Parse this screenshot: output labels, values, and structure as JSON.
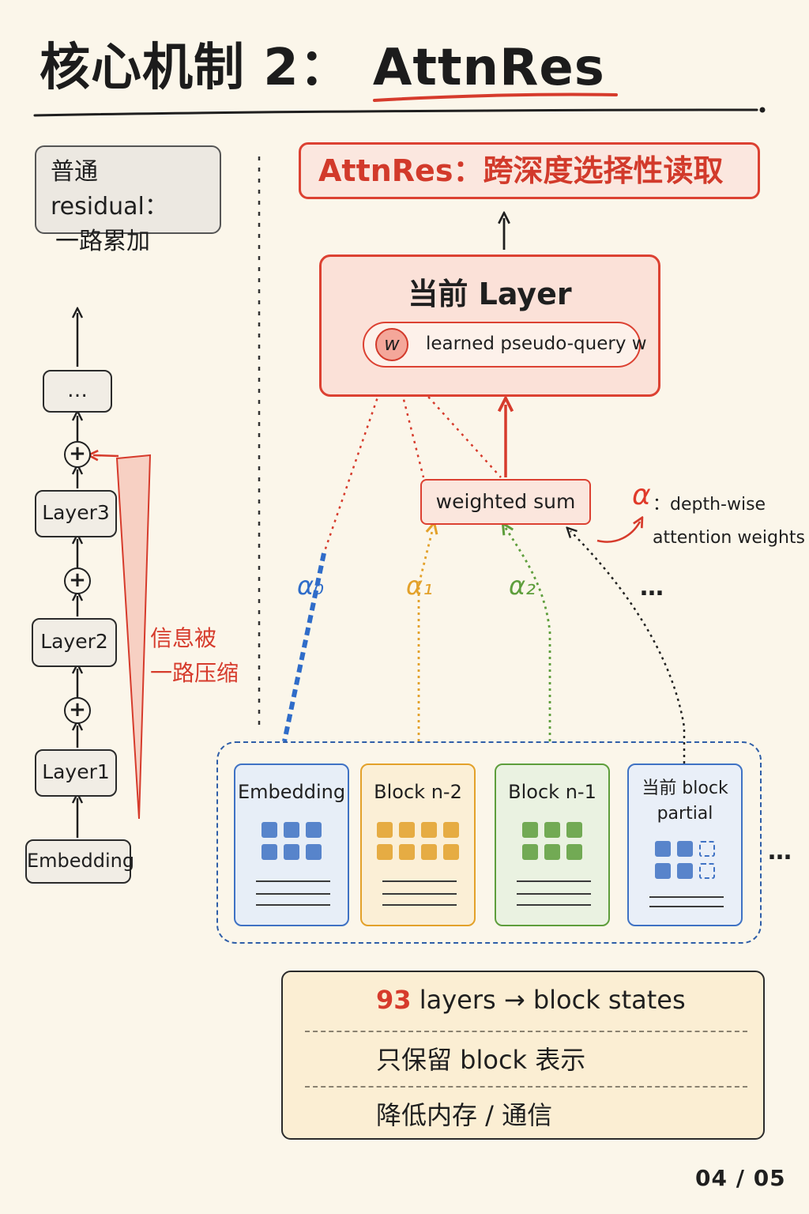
{
  "title": {
    "cn": "核心机制 2：",
    "latin": "AttnRes"
  },
  "left": {
    "note_line1": "普通 residual：",
    "note_line2": "一路累加",
    "stack": {
      "top": "…",
      "layer3": "Layer3",
      "layer2": "Layer2",
      "layer1": "Layer1",
      "embedding": "Embedding"
    },
    "plus_symbol": "+",
    "compress_line1": "信息被",
    "compress_line2": "一路压缩"
  },
  "right": {
    "banner": "AttnRes：跨深度选择性读取",
    "current_layer": "当前 Layer",
    "w_symbol": "w",
    "pseudo_query": "learned pseudo-query w",
    "weighted_sum": "weighted sum",
    "alpha_symbol": "α",
    "alpha_desc_line1": "：depth-wise",
    "alpha_desc_line2": "attention weights",
    "alphas": [
      "α₀",
      "α₁",
      "α₂"
    ],
    "more_dots": "…",
    "blocks": [
      {
        "name": "Embedding",
        "color": "#3f72c4",
        "fill": "#e7eef7"
      },
      {
        "name": "Block n-2",
        "color": "#e3a12a",
        "fill": "#fbefd6"
      },
      {
        "name": "Block n-1",
        "color": "#5e9e3c",
        "fill": "#eaf2e1"
      },
      {
        "name": "当前 block\npartial",
        "color": "#3f72c4",
        "fill": "#e9eff8"
      }
    ],
    "blocks_more": "…"
  },
  "panel": {
    "rows": [
      {
        "icon": "layers-icon",
        "num": "93",
        "text": " layers → block states"
      },
      {
        "icon": "document-icon",
        "text": "只保留 block 表示"
      },
      {
        "icon": "antenna-icon",
        "text": "降低内存 / 通信"
      }
    ]
  },
  "page": "04 / 05",
  "colors": {
    "accent_red": "#d63b2c",
    "blue": "#3f72c4",
    "orange": "#e3a12a",
    "green": "#5e9e3c",
    "background": "#fbf6ea"
  }
}
